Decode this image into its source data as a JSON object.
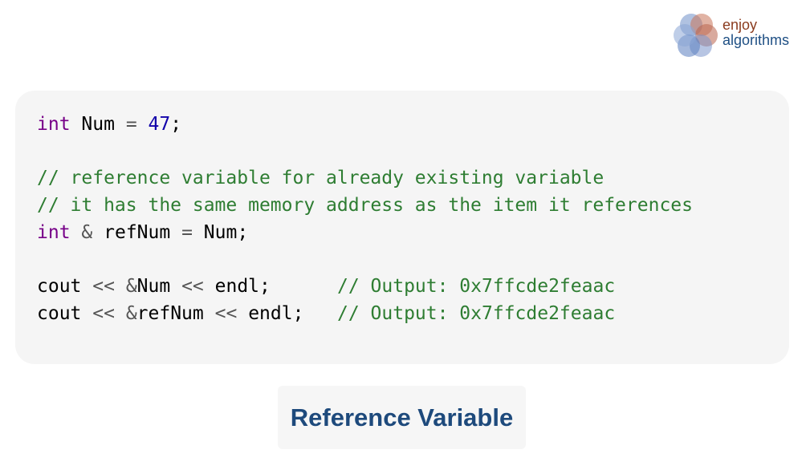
{
  "logo": {
    "line1": "enjoy",
    "line2": "algorithms",
    "icon": "overlapping-circles-logo-icon"
  },
  "code": {
    "lines": [
      [
        {
          "t": "int",
          "c": "kw"
        },
        {
          "t": " ",
          "c": "var"
        },
        {
          "t": "Num",
          "c": "var"
        },
        {
          "t": " ",
          "c": "var"
        },
        {
          "t": "=",
          "c": "op"
        },
        {
          "t": " ",
          "c": "var"
        },
        {
          "t": "47",
          "c": "num"
        },
        {
          "t": ";",
          "c": "var"
        }
      ],
      [],
      [
        {
          "t": "// reference variable for already existing variable",
          "c": "cm"
        }
      ],
      [
        {
          "t": "// it has the same memory address as the item it references",
          "c": "cm"
        }
      ],
      [
        {
          "t": "int",
          "c": "kw"
        },
        {
          "t": " ",
          "c": "var"
        },
        {
          "t": "&",
          "c": "op"
        },
        {
          "t": " ",
          "c": "var"
        },
        {
          "t": "refNum",
          "c": "var"
        },
        {
          "t": " ",
          "c": "var"
        },
        {
          "t": "=",
          "c": "op"
        },
        {
          "t": " ",
          "c": "var"
        },
        {
          "t": "Num",
          "c": "var"
        },
        {
          "t": ";",
          "c": "var"
        }
      ],
      [],
      [
        {
          "t": "cout",
          "c": "var"
        },
        {
          "t": " ",
          "c": "var"
        },
        {
          "t": "<<",
          "c": "op"
        },
        {
          "t": " ",
          "c": "var"
        },
        {
          "t": "&",
          "c": "op"
        },
        {
          "t": "Num",
          "c": "var"
        },
        {
          "t": " ",
          "c": "var"
        },
        {
          "t": "<<",
          "c": "op"
        },
        {
          "t": " ",
          "c": "var"
        },
        {
          "t": "endl",
          "c": "var"
        },
        {
          "t": ";",
          "c": "var"
        },
        {
          "t": "      ",
          "c": "var"
        },
        {
          "t": "// Output: 0x7ffcde2feaac",
          "c": "cm"
        }
      ],
      [
        {
          "t": "cout",
          "c": "var"
        },
        {
          "t": " ",
          "c": "var"
        },
        {
          "t": "<<",
          "c": "op"
        },
        {
          "t": " ",
          "c": "var"
        },
        {
          "t": "&",
          "c": "op"
        },
        {
          "t": "refNum",
          "c": "var"
        },
        {
          "t": " ",
          "c": "var"
        },
        {
          "t": "<<",
          "c": "op"
        },
        {
          "t": " ",
          "c": "var"
        },
        {
          "t": "endl",
          "c": "var"
        },
        {
          "t": ";",
          "c": "var"
        },
        {
          "t": "   ",
          "c": "var"
        },
        {
          "t": "// Output: 0x7ffcde2feaac",
          "c": "cm"
        }
      ]
    ]
  },
  "caption": "Reference Variable",
  "colors": {
    "keyword": "#770088",
    "number": "#1100aa",
    "comment": "#2e7d32",
    "operator": "#555555",
    "caption": "#1e4a7c",
    "logo_enjoy": "#8a3b1e",
    "logo_algorithms": "#1e4f84"
  }
}
